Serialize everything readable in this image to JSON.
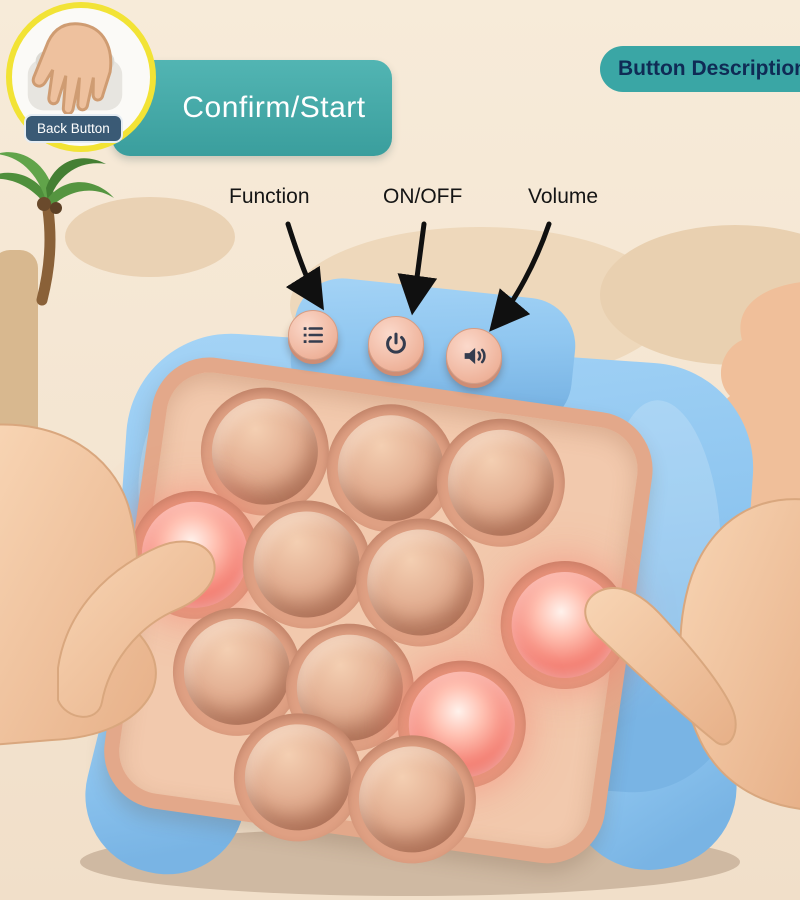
{
  "callouts": {
    "back_button": {
      "label": "Back Button"
    },
    "confirm_start": {
      "label": "Confirm/Start"
    },
    "button_description": {
      "label": "Button Description"
    },
    "function": {
      "label": "Function"
    },
    "power": {
      "label": "ON/OFF"
    },
    "volume": {
      "label": "Volume"
    }
  },
  "icons": {
    "badge_hand": "pressing-hand-icon",
    "function_button": "menu-list-icon",
    "power_button": "power-icon",
    "volume_button": "speaker-icon"
  },
  "popit": {
    "lit_bubbles": 3,
    "visible_bubbles": 12
  },
  "colors": {
    "teal": "#3AA6A5",
    "banner_text": "#FFFFFF",
    "description_text": "#0F2B55",
    "badge_ring_yellow": "#F2E335",
    "back_pill_bg": "#3A5A75",
    "toy_blue": "#92C9F1",
    "panel_peach": "#F2C9AD",
    "panel_rim": "#E3A88A",
    "bubble_tan": "#D9A189",
    "bubble_glow": "#F47E71",
    "background_cream": "#F4E5D1",
    "skin": "#F2C6A3"
  }
}
